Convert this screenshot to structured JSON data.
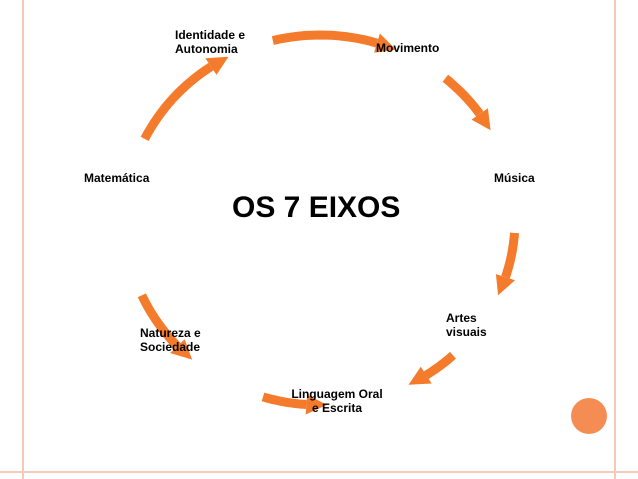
{
  "title": "OS 7 EIXOS",
  "nodes": [
    {
      "id": "identidade",
      "label": "Identidade e\nAutonomia"
    },
    {
      "id": "movimento",
      "label": "Movimento"
    },
    {
      "id": "musica",
      "label": "Música"
    },
    {
      "id": "artes",
      "label": "Artes\nvisuais"
    },
    {
      "id": "linguagem",
      "label": "Linguagem Oral\ne Escrita"
    },
    {
      "id": "natureza",
      "label": "Natureza e\nSociedade"
    },
    {
      "id": "matematica",
      "label": "Matemática"
    }
  ],
  "colors": {
    "arrow": "#f47b2b",
    "border": "#f3cbb6",
    "circle": "#f58c53",
    "text": "#000000"
  }
}
